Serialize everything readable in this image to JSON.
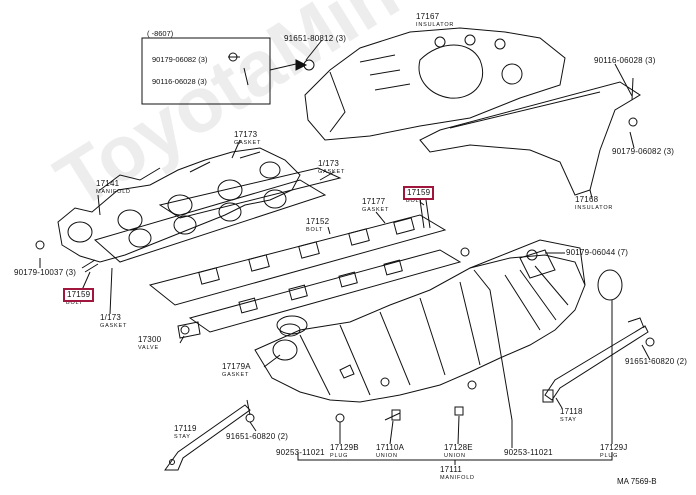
{
  "watermark": "ToyotaMiner.ru",
  "reference_code": "MA 7569-B",
  "inset": {
    "header": "(      -8607)",
    "line1": "90179-06082 (3)",
    "line2": "90116-06028 (3)"
  },
  "labels": {
    "p91651_80812": {
      "pn": "91651-80812 (3)"
    },
    "p17167": {
      "pn": "17167",
      "sub": "INSULATOR"
    },
    "p90116_06028": {
      "pn": "90116-06028 (3)"
    },
    "p17173_top": {
      "pn": "17173",
      "sub": "GASKET"
    },
    "p17173_mid": {
      "pn": "1/173",
      "sub": "GASKET"
    },
    "p17141": {
      "pn": "17141",
      "sub": "MANIFOLD"
    },
    "p17177": {
      "pn": "17177",
      "sub": "GASKET"
    },
    "p17159_right": {
      "pn": "17159",
      "sub": "BOLT"
    },
    "p17168": {
      "pn": "17168",
      "sub": "INSULATOR"
    },
    "p90179_06082": {
      "pn": "90179-06082 (3)"
    },
    "p17152": {
      "pn": "17152",
      "sub": "BOLT"
    },
    "p90179_10037": {
      "pn": "90179-10037 (3)"
    },
    "p17159_left": {
      "pn": "17159",
      "sub": "BOLT"
    },
    "p17173_low": {
      "pn": "1/173",
      "sub": "GASKET"
    },
    "p90179_06044": {
      "pn": "90179-06044 (7)"
    },
    "p17300": {
      "pn": "17300",
      "sub": "VALVE"
    },
    "p17179a": {
      "pn": "17179A",
      "sub": "GASKET"
    },
    "p91651_60820_r": {
      "pn": "91651-60820 (2)"
    },
    "p17118": {
      "pn": "17118",
      "sub": "STAY"
    },
    "p17119": {
      "pn": "17119",
      "sub": "STAY"
    },
    "p91651_60820_b": {
      "pn": "91651-60820 (2)"
    },
    "p90253_11021_l": {
      "pn": "90253-11021"
    },
    "p17129b": {
      "pn": "17129B",
      "sub": "PLUG"
    },
    "p17110a": {
      "pn": "17110A",
      "sub": "UNION"
    },
    "p17128e": {
      "pn": "17128E",
      "sub": "UNION"
    },
    "p17111": {
      "pn": "17111",
      "sub": "MANIFOLD"
    },
    "p90253_11021_r": {
      "pn": "90253-11021"
    },
    "p17129j": {
      "pn": "17129J",
      "sub": "PLUG"
    }
  }
}
